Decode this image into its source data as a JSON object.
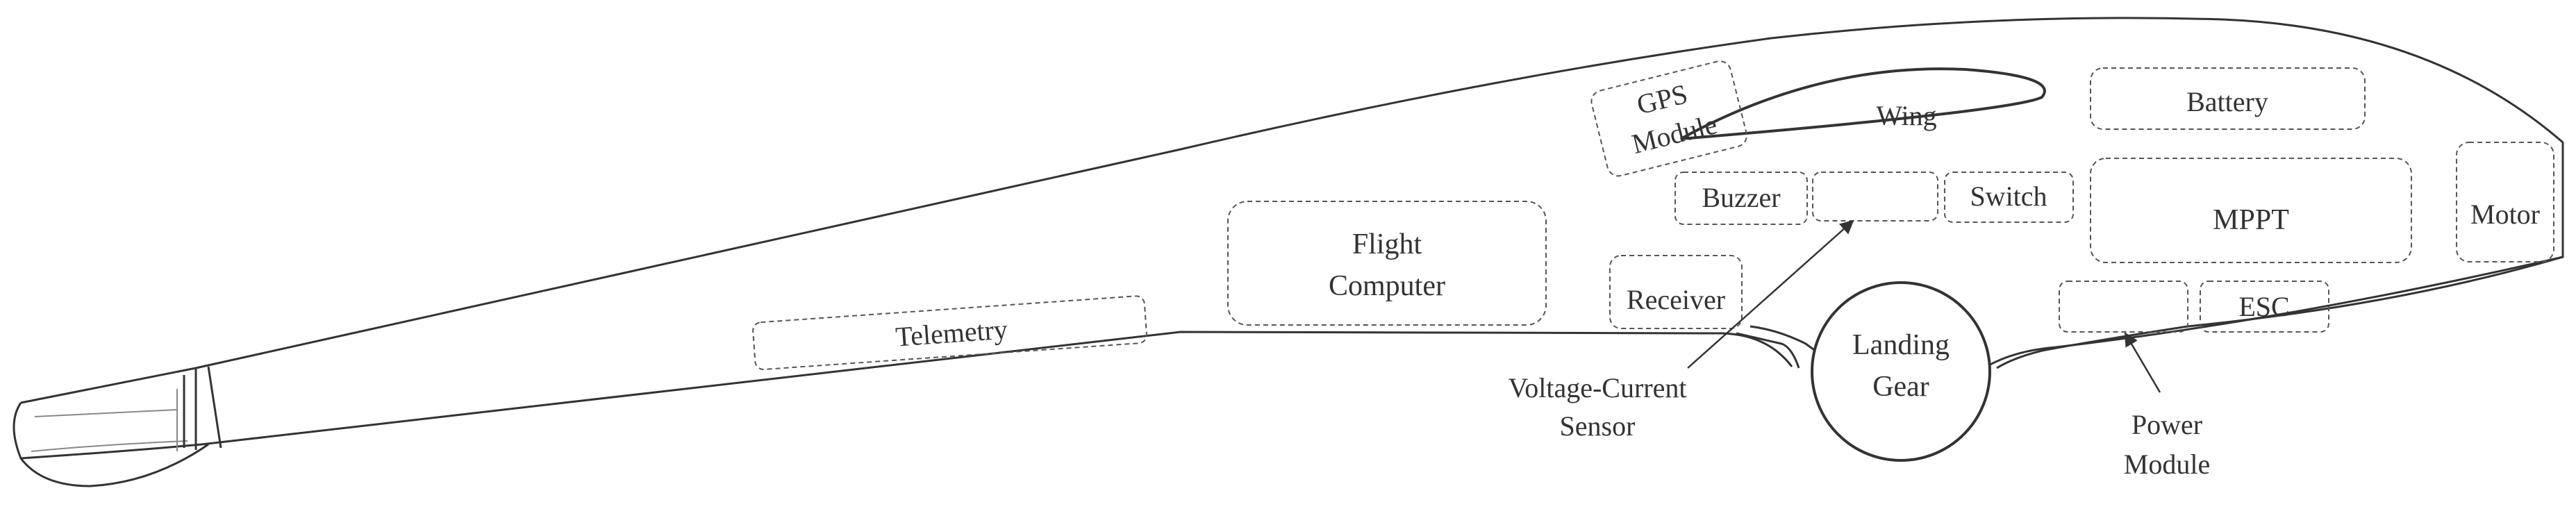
{
  "labels": {
    "gps_line1": "GPS",
    "gps_line2": "Module",
    "wing": "Wing",
    "battery": "Battery",
    "buzzer": "Buzzer",
    "switch": "Switch",
    "mppt": "MPPT",
    "motor": "Motor",
    "flight_line1": "Flight",
    "flight_line2": "Computer",
    "receiver": "Receiver",
    "telemetry": "Telemetry",
    "landing_line1": "Landing",
    "landing_line2": "Gear",
    "esc": "ESC",
    "vc_line1": "Voltage-Current",
    "vc_line2": "Sensor",
    "pm_line1": "Power",
    "pm_line2": "Module"
  },
  "colors": {
    "outline": "#333333",
    "dashed_box": "#555555",
    "text": "#333333"
  }
}
